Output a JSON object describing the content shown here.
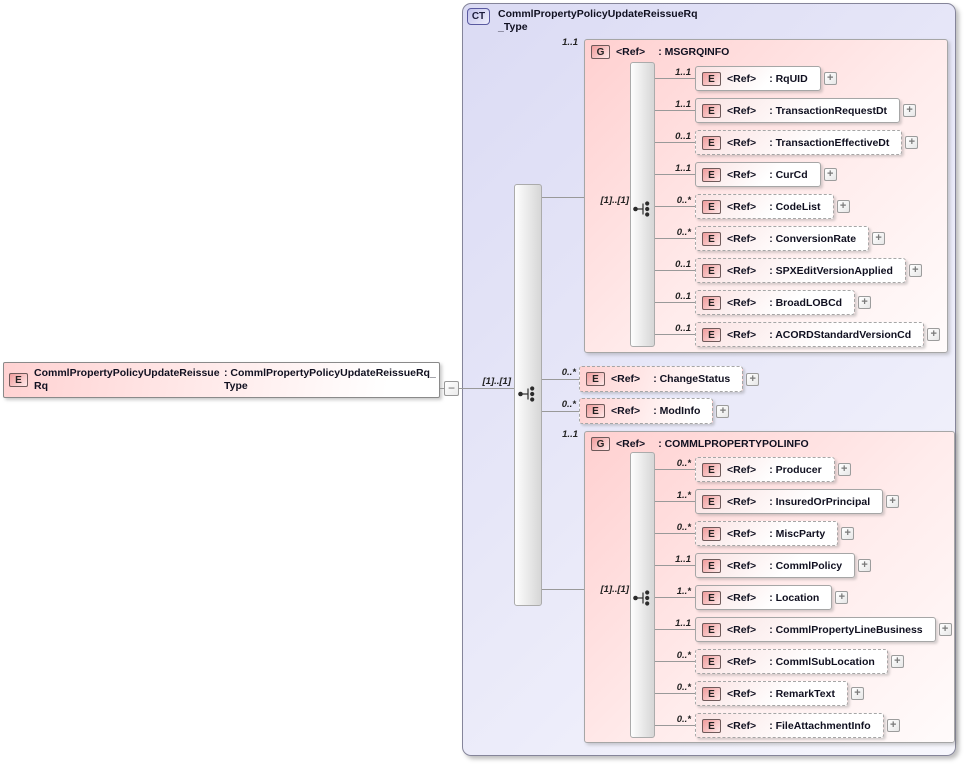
{
  "diagram": {
    "root_element": {
      "badge": "E",
      "name": "CommlPropertyPolicyUpdateReissueRq",
      "type": ": CommlPropertyPolicyUpdateReissueRq_Type",
      "collapse_glyph": "−",
      "cardinality_to_type": "[1]..[1]"
    },
    "complex_type": {
      "badge": "CT",
      "title": "CommlPropertyPolicyUpdateReissueRq_Type",
      "ref_label": "<Ref>",
      "expand_glyph": "+",
      "children": [
        {
          "kind": "group",
          "badge": "G",
          "name": ": MSGRQINFO",
          "cardinality": "1..1",
          "compositor_cardinality": "[1]..[1]",
          "items": [
            {
              "badge": "E",
              "name": ": RqUID",
              "cardinality": "1..1",
              "required": true
            },
            {
              "badge": "E",
              "name": ": TransactionRequestDt",
              "cardinality": "1..1",
              "required": true
            },
            {
              "badge": "E",
              "name": ": TransactionEffectiveDt",
              "cardinality": "0..1",
              "required": false
            },
            {
              "badge": "E",
              "name": ": CurCd",
              "cardinality": "1..1",
              "required": true
            },
            {
              "badge": "E",
              "name": ": CodeList",
              "cardinality": "0..*",
              "required": false
            },
            {
              "badge": "E",
              "name": ": ConversionRate",
              "cardinality": "0..*",
              "required": false
            },
            {
              "badge": "E",
              "name": ": SPXEditVersionApplied",
              "cardinality": "0..1",
              "required": false
            },
            {
              "badge": "E",
              "name": ": BroadLOBCd",
              "cardinality": "0..1",
              "required": false
            },
            {
              "badge": "E",
              "name": ": ACORDStandardVersionCd",
              "cardinality": "0..1",
              "required": false
            }
          ]
        },
        {
          "kind": "element",
          "badge": "E",
          "name": ": ChangeStatus",
          "cardinality": "0..*",
          "required": false
        },
        {
          "kind": "element",
          "badge": "E",
          "name": ": ModInfo",
          "cardinality": "0..*",
          "required": false
        },
        {
          "kind": "group",
          "badge": "G",
          "name": ": COMMLPROPERTYPOLINFO",
          "cardinality": "1..1",
          "compositor_cardinality": "[1]..[1]",
          "items": [
            {
              "badge": "E",
              "name": ": Producer",
              "cardinality": "0..*",
              "required": false
            },
            {
              "badge": "E",
              "name": ": InsuredOrPrincipal",
              "cardinality": "1..*",
              "required": true
            },
            {
              "badge": "E",
              "name": ": MiscParty",
              "cardinality": "0..*",
              "required": false
            },
            {
              "badge": "E",
              "name": ": CommlPolicy",
              "cardinality": "1..1",
              "required": true
            },
            {
              "badge": "E",
              "name": ": Location",
              "cardinality": "1..*",
              "required": true
            },
            {
              "badge": "E",
              "name": ": CommlPropertyLineBusiness",
              "cardinality": "1..1",
              "required": true
            },
            {
              "badge": "E",
              "name": ": CommlSubLocation",
              "cardinality": "0..*",
              "required": false
            },
            {
              "badge": "E",
              "name": ": RemarkText",
              "cardinality": "0..*",
              "required": false
            },
            {
              "badge": "E",
              "name": ": FileAttachmentInfo",
              "cardinality": "0..*",
              "required": false
            }
          ]
        }
      ]
    }
  }
}
